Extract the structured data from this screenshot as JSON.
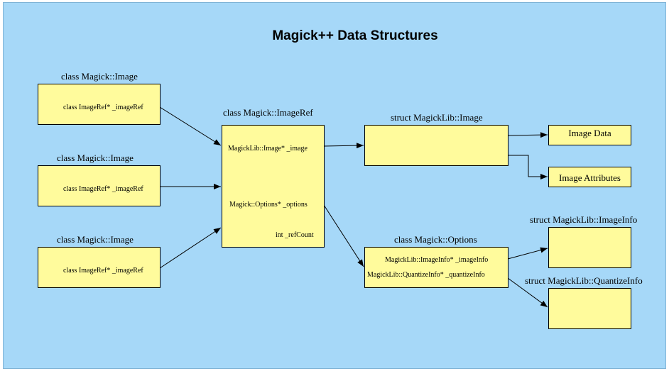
{
  "title": "Magick++ Data Structures",
  "image_boxes": [
    {
      "label": "class Magick::Image",
      "field": "class ImageRef* _imageRef"
    },
    {
      "label": "class Magick::Image",
      "field": "class ImageRef* _imageRef"
    },
    {
      "label": "class Magick::Image",
      "field": "class ImageRef* _imageRef"
    }
  ],
  "imageref": {
    "label": "class Magick::ImageRef",
    "fields": [
      "MagickLib::Image* _image",
      "Magick::Options* _options",
      "int _refCount"
    ]
  },
  "magicklib_image": {
    "label": "struct MagickLib::Image"
  },
  "image_data": "Image Data",
  "image_attributes": "Image Attributes",
  "options": {
    "label": "class Magick::Options",
    "fields": [
      "MagickLib::ImageInfo* _imageInfo",
      "MagickLib::QuantizeInfo* _quantizeInfo"
    ]
  },
  "imageinfo": {
    "label": "struct MagickLib::ImageInfo"
  },
  "quantizeinfo": {
    "label": "struct MagickLib::QuantizeInfo"
  },
  "colors": {
    "background": "#a6d8f8",
    "box_fill": "#fffb9c",
    "stroke": "#000000"
  }
}
